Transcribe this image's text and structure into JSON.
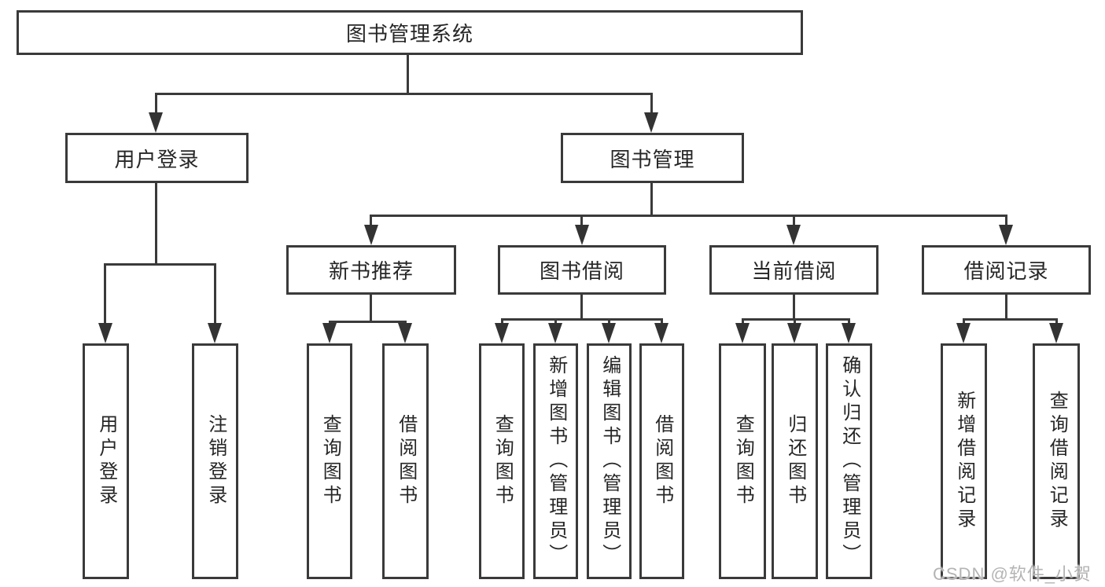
{
  "diagram": {
    "tree": {
      "label": "图书管理系统",
      "children": [
        {
          "label": "用户登录",
          "children": [
            {
              "label": "用户登录"
            },
            {
              "label": "注销登录"
            }
          ]
        },
        {
          "label": "图书管理",
          "children": [
            {
              "label": "新书推荐",
              "children": [
                {
                  "label": "查询图书"
                },
                {
                  "label": "借阅图书"
                }
              ]
            },
            {
              "label": "图书借阅",
              "children": [
                {
                  "label": "查询图书"
                },
                {
                  "label": "新增图书（管理员）"
                },
                {
                  "label": "编辑图书（管理员）"
                },
                {
                  "label": "借阅图书"
                }
              ]
            },
            {
              "label": "当前借阅",
              "children": [
                {
                  "label": "查询图书"
                },
                {
                  "label": "归还图书"
                },
                {
                  "label": "确认归还（管理员）"
                }
              ]
            },
            {
              "label": "借阅记录",
              "children": [
                {
                  "label": "新增借阅记录"
                },
                {
                  "label": "查询借阅记录"
                }
              ]
            }
          ]
        }
      ]
    },
    "watermark": "CSDN @软件_小贺同学",
    "colors": {
      "background": "#ffffff",
      "line": "#3a3a3a",
      "arrow": "#333333",
      "text": "#262626",
      "watermark": "#b4b4b4"
    }
  }
}
